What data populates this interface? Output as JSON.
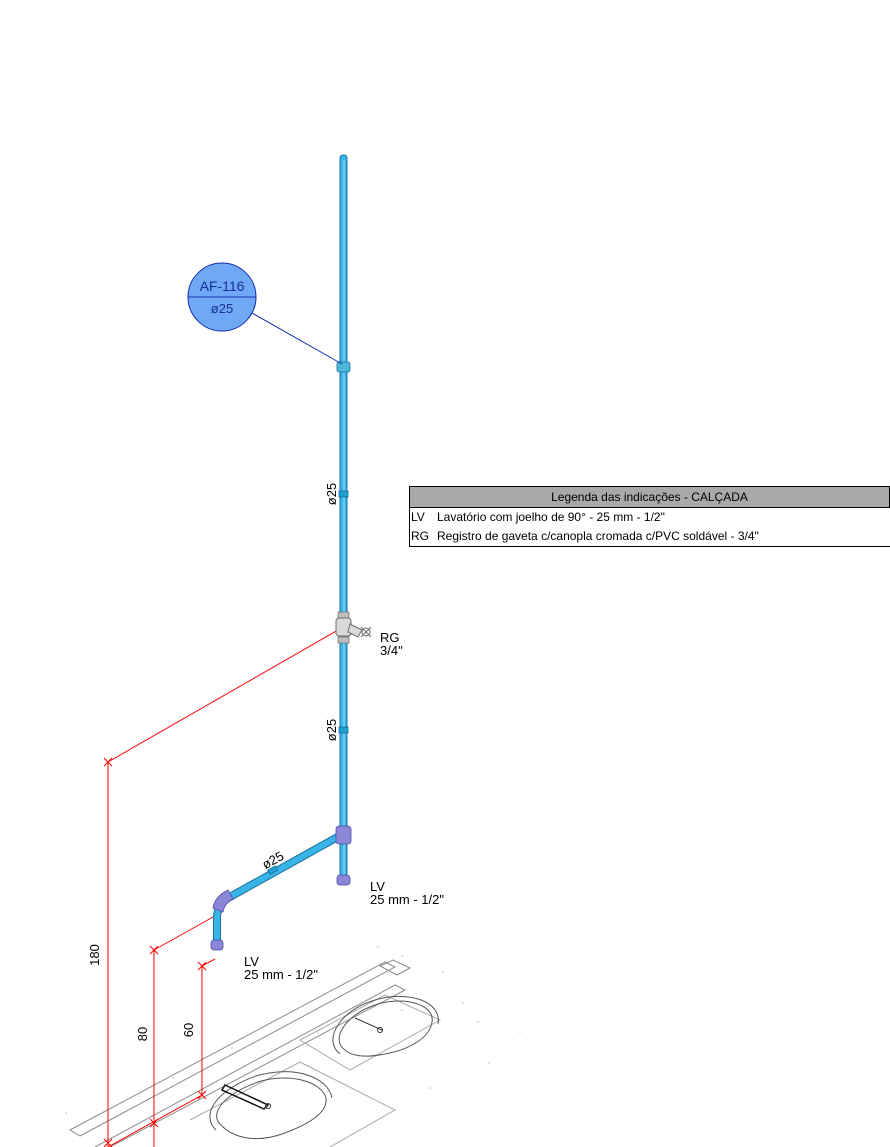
{
  "tag": {
    "code": "AF-116",
    "diameter": "ø25"
  },
  "pipe_labels": {
    "upper_riser": "ø25",
    "lower_riser": "ø25",
    "branch": "ø25"
  },
  "valve": {
    "code": "RG",
    "size": "3/4\""
  },
  "fixtures": [
    {
      "code": "LV",
      "size": "25 mm - 1/2\""
    },
    {
      "code": "LV",
      "size": "25 mm - 1/2\""
    }
  ],
  "dimensions": {
    "rg_height": "180",
    "branch_height": "80",
    "outlet_height": "60"
  },
  "legend": {
    "title": "Legenda das indicações - CALÇADA",
    "items": [
      {
        "code": "LV",
        "text": "Lavatório com joelho de 90° - 25 mm - 1/2\""
      },
      {
        "code": "RG",
        "text": "Registro de gaveta c/canopla cromada c/PVC soldável - 3/4\""
      }
    ]
  },
  "colors": {
    "pipe": "#38b4e6",
    "pipe_outline": "#1a6fa0",
    "fitting": "#8a86d8",
    "tag_fill": "#6fa8f5",
    "tag_stroke": "#1530b0",
    "dimension": "#ff0000"
  }
}
